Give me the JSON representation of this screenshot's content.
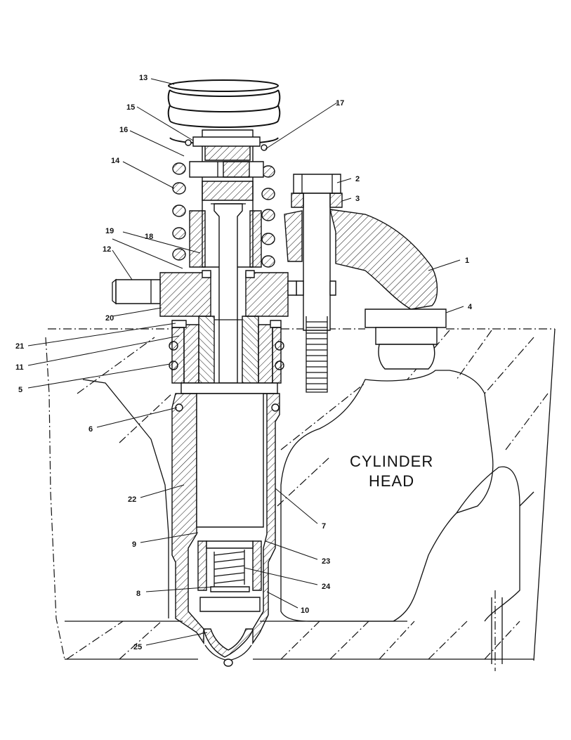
{
  "diagram": {
    "region_label_line1": "CYLINDER",
    "region_label_line2": "HEAD",
    "callouts": [
      "1",
      "2",
      "3",
      "4",
      "5",
      "6",
      "7",
      "8",
      "9",
      "10",
      "11",
      "12",
      "13",
      "14",
      "15",
      "16",
      "17",
      "18",
      "19",
      "20",
      "21",
      "22",
      "23",
      "24",
      "25"
    ]
  }
}
